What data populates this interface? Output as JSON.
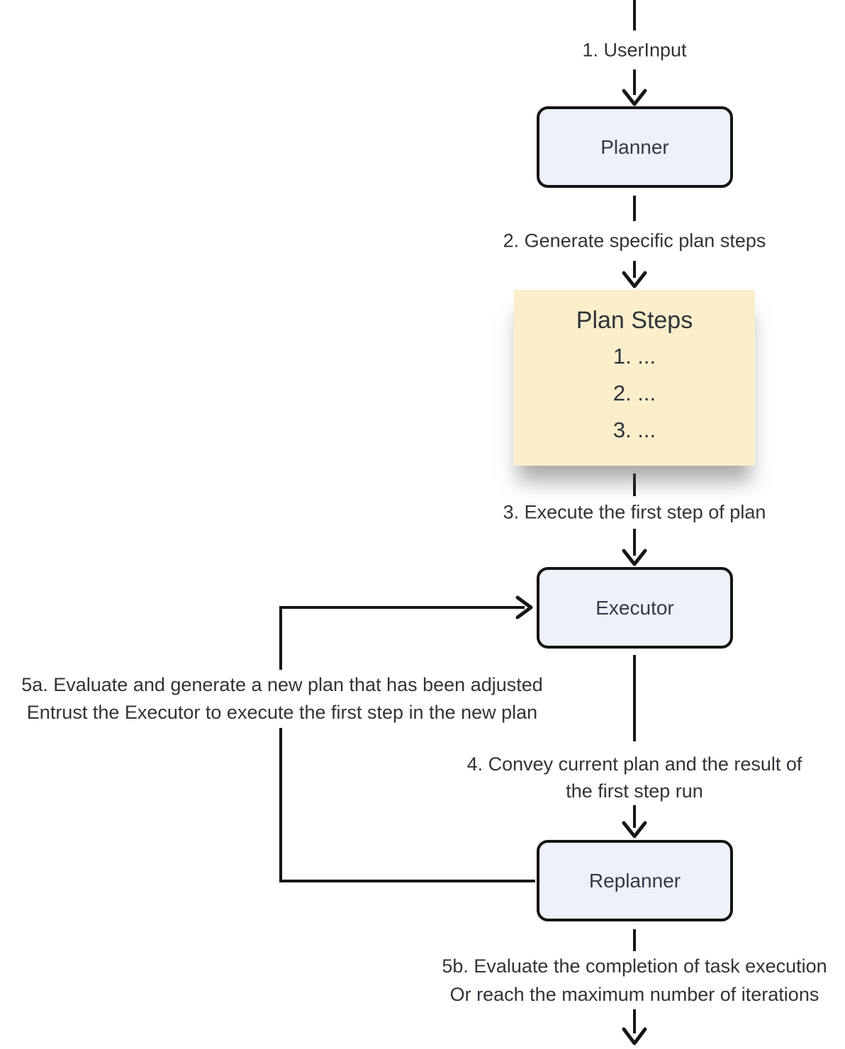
{
  "nodes": {
    "planner": {
      "label": "Planner"
    },
    "executor": {
      "label": "Executor"
    },
    "replanner": {
      "label": "Replanner"
    }
  },
  "note": {
    "title": "Plan Steps",
    "items": [
      "1. ...",
      "2. ...",
      "3. ..."
    ]
  },
  "edge_labels": {
    "step1": "1. UserInput",
    "step2": "2. Generate specific plan steps",
    "step3": "3. Execute the first step of plan",
    "step4_line1": "4. Convey current plan and the result of",
    "step4_line2": "the first step run",
    "step5a_line1": "5a. Evaluate and generate a new plan that has been adjusted",
    "step5a_line2": "Entrust the Executor to execute the first step in the new plan",
    "step5b_line1": "5b. Evaluate the completion of task execution",
    "step5b_line2": "Or reach the maximum number of iterations"
  },
  "colors": {
    "background": "#ffffff",
    "node_fill": "#ECF1FA",
    "node_border": "#141414",
    "node_text": "#333A45",
    "note_fill": "#FAEECB",
    "line": "#161616",
    "text": "#2F3439",
    "label_bg": "#ffffff"
  }
}
